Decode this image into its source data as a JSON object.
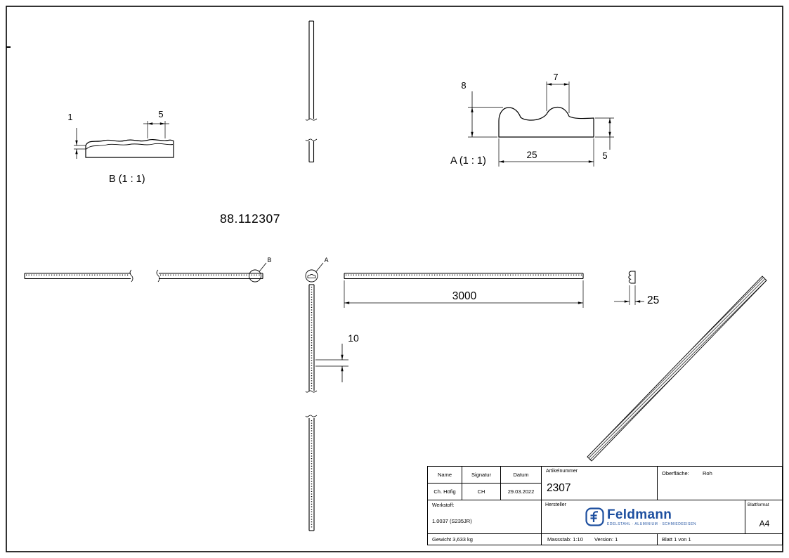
{
  "drawing": {
    "part_number": "88.112307",
    "detail_b": {
      "label": "B (1 : 1)",
      "marker": "B",
      "dim_depth": "1",
      "dim_pitch": "5"
    },
    "detail_a": {
      "label": "A (1 : 1)",
      "marker": "A",
      "dim_height": "8",
      "dim_top_width": "7",
      "dim_width": "25",
      "dim_edge": "5"
    },
    "main": {
      "dim_length": "3000",
      "dim_pitch": "10",
      "dim_profile_width": "25"
    }
  },
  "title_block": {
    "headers": {
      "name": "Name",
      "signatur": "Signatur",
      "datum": "Datum",
      "artikelnummer": "Artikelnummer",
      "oberflaeche_label": "Oberfläche:",
      "oberflaeche_value": "Roh"
    },
    "row": {
      "name": "Ch. Höfig",
      "signatur": "CH",
      "datum": "29.03.2022",
      "artikelnummer": "2307"
    },
    "werkstoff_label": "Werkstoff:",
    "werkstoff_value": "1.0037 (S235JR)",
    "hersteller_label": "Hersteller",
    "logo": {
      "brand": "Feldmann",
      "tagline": "EDELSTAHL · ALUMINIUM · SCHMIEDEEISEN",
      "color": "#1d4f9f"
    },
    "blattformat_label": "Blattformat",
    "blattformat_value": "A4",
    "gewicht": "Gewicht 3,633 kg",
    "massstab": "Massstab: 1:10",
    "version": "Version: 1",
    "blatt": "Blatt 1 von 1"
  }
}
